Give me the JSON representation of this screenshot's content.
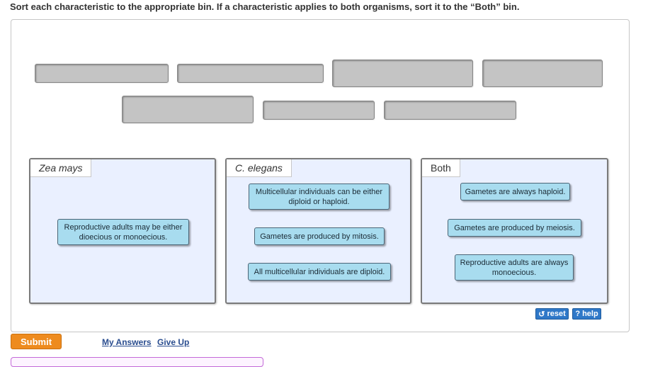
{
  "instructions": "Sort each characteristic to the appropriate bin. If a characteristic applies to both organisms, sort it to the “Both” bin.",
  "bins": [
    {
      "title": "Zea mays",
      "cards": [
        "Reproductive adults may be either dioecious or monoecious."
      ]
    },
    {
      "title": "C. elegans",
      "cards": [
        "Multicellular individuals can be either diploid or haploid.",
        "Gametes are produced by mitosis.",
        "All multicellular individuals are diploid."
      ]
    },
    {
      "title": "Both",
      "cards": [
        "Gametes are always haploid.",
        "Gametes are produced by meiosis.",
        "Reproductive adults are always monoecious."
      ]
    }
  ],
  "tools": {
    "reset_label": "reset",
    "help_label": "help",
    "reset_icon": "reset-icon",
    "help_icon": "help-icon"
  },
  "actions": {
    "submit_label": "Submit",
    "my_answers_label": "My Answers",
    "give_up_label": "Give Up"
  },
  "colors": {
    "bin_bg": "#eaf0ff",
    "card_bg": "#a8dcef",
    "submit_bg": "#ee8b1e",
    "tool_bg": "#2f78c8"
  }
}
